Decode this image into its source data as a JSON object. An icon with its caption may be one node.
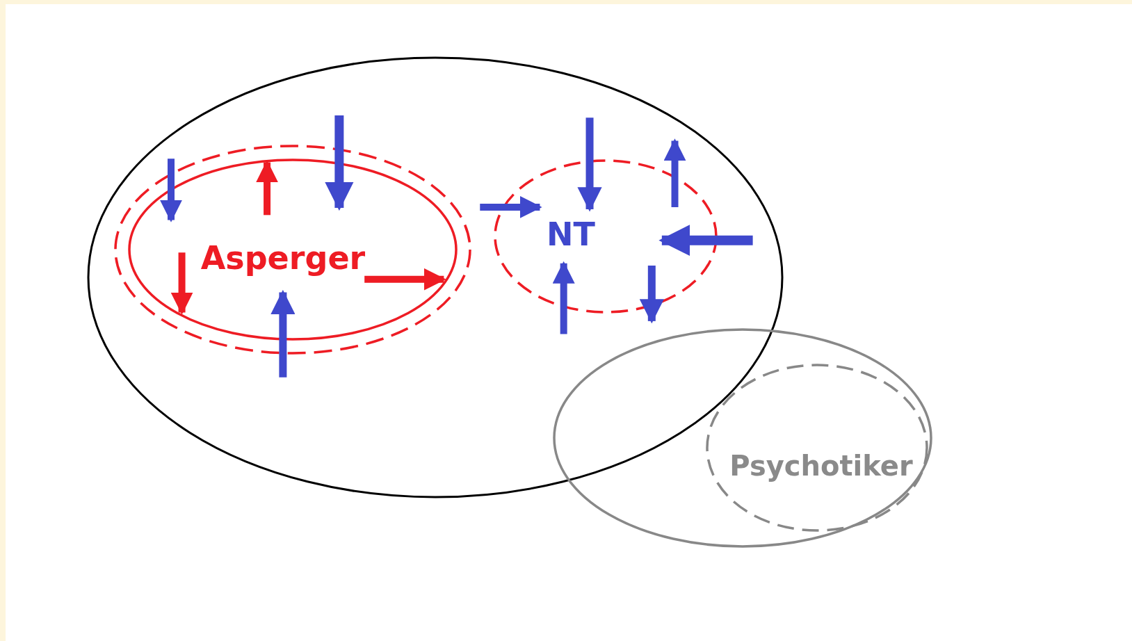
{
  "diagram": {
    "nodes": [
      {
        "text": [],
        "shape": "ellipse"
      },
      {
        "text": [
          "Asperger"
        ],
        "in": 0
      },
      {
        "text": [
          "NT"
        ],
        "in": 0
      },
      {
        "text": [],
        "shape": "ellipse"
      },
      {
        "text": [
          "Psychotiker"
        ],
        "in": 3
      }
    ],
    "edges": []
  }
}
